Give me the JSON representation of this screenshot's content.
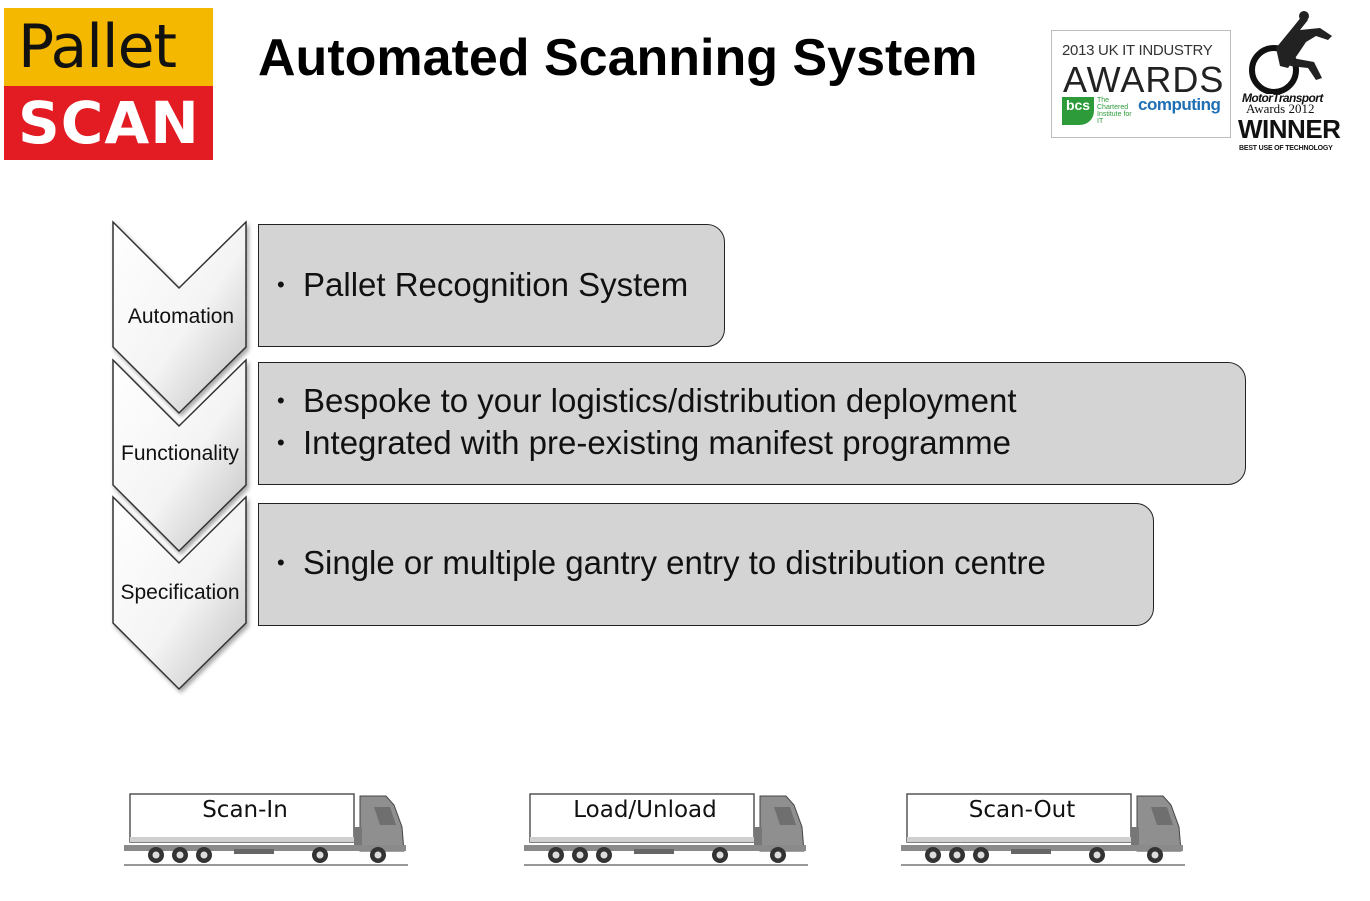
{
  "logo": {
    "line1": "Pallet",
    "line2": "SCAN"
  },
  "title": "Automated Scanning System",
  "awards": {
    "it_industry": {
      "line1": "2013 UK IT INDUSTRY",
      "line2": "AWARDS",
      "bcs": "bcs",
      "bcs_text": "The Chartered Institute for IT",
      "computing": "computing"
    },
    "motor_transport": {
      "line1": "MotorTransport",
      "line2": "Awards 2012",
      "line3": "WINNER",
      "line4": "BEST USE OF TECHNOLOGY"
    }
  },
  "stages": [
    {
      "label": "Automation",
      "bullets": [
        "Pallet Recognition System"
      ]
    },
    {
      "label": "Functionality",
      "bullets": [
        "Bespoke to your logistics/distribution deployment",
        "Integrated with pre-existing manifest programme"
      ]
    },
    {
      "label": "Specification",
      "bullets": [
        "Single or multiple gantry entry to distribution centre"
      ]
    }
  ],
  "bullet_char": "•",
  "trucks": [
    {
      "label": "Scan-In"
    },
    {
      "label": "Load/Unload"
    },
    {
      "label": "Scan-Out"
    }
  ],
  "colors": {
    "logo_yellow": "#f5b800",
    "logo_red": "#e31b23",
    "box_fill": "#d4d4d4",
    "bcs_green": "#2e9b3a",
    "computing_blue": "#1f6fb5"
  }
}
